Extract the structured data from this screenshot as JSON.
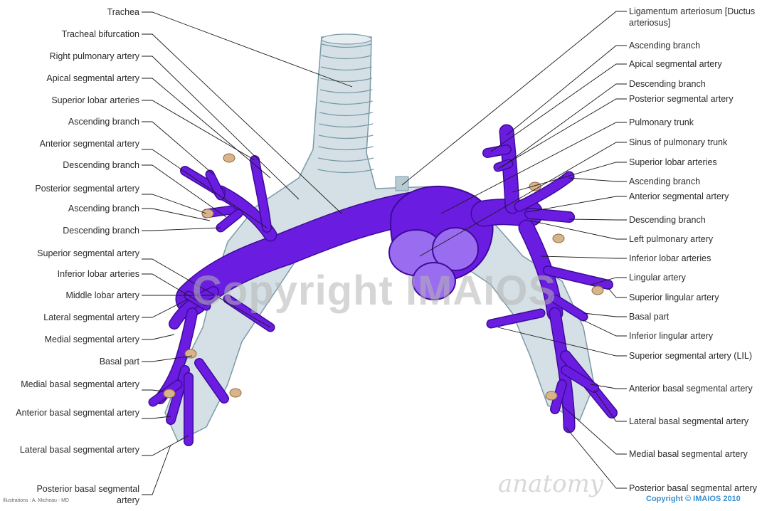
{
  "left_labels": [
    "Trachea",
    "Tracheal bifurcation",
    "Right pulmonary artery",
    "Apical segmental artery",
    "Superior lobar arteries",
    "Ascending branch",
    "Anterior segmental artery",
    "Descending branch",
    "Posterior segmental artery",
    "Ascending branch",
    "Descending branch",
    "Superior segmental artery",
    "Inferior lobar arteries",
    "Middle lobar artery",
    "Lateral segmental artery",
    "Medial segmental artery",
    "Basal part",
    "Medial basal segmental artery",
    "Anterior basal segmental artery",
    "Lateral basal segmental artery",
    "Posterior basal segmental artery"
  ],
  "right_labels": [
    "Ligamentum arteriosum [Ductus arteriosus]",
    "Ascending branch",
    "Apical segmental artery",
    "Descending branch",
    "Posterior segmental artery",
    "Pulmonary trunk",
    "Sinus of pulmonary trunk",
    "Superior lobar arteries",
    "Ascending branch",
    "Anterior segmental artery",
    "Descending branch",
    "Left pulmonary artery",
    "Inferior lobar arteries",
    "Lingular artery",
    "Superior lingular artery",
    "Basal part",
    "Inferior lingular artery",
    "Superior segmental artery (LIL)",
    "Anterior basal segmental artery",
    "Lateral basal segmental artery",
    "Medial basal segmental artery",
    "Posterior basal segmental artery"
  ],
  "watermark": "Copyright IMAIOS",
  "logo": "anatomy",
  "credit": "Illustrations : A. Micheau - MD",
  "copyright": "Copyright © IMAIOS 2010",
  "colors": {
    "artery": "#6a1de0",
    "artery_dark": "#3f0a9a",
    "artery_light": "#9a6cf0",
    "airway": "#d4e0e6",
    "airway_stroke": "#7a9aa6",
    "leader": "#1a1a1a"
  }
}
